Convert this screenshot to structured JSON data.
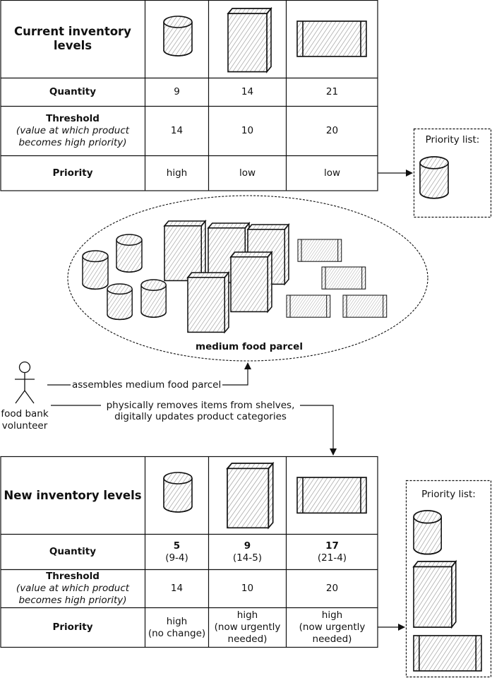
{
  "table1": {
    "title": "Current inventory levels",
    "row_quantity": "Quantity",
    "row_threshold": "Threshold",
    "row_threshold_note": "(value at which product becomes high priority)",
    "row_priority": "Priority",
    "quantity": [
      "9",
      "14",
      "21"
    ],
    "threshold": [
      "14",
      "10",
      "20"
    ],
    "priority": [
      "high",
      "low",
      "low"
    ]
  },
  "priority_list_1": {
    "title": "Priority list:"
  },
  "parcel": {
    "label": "medium food parcel"
  },
  "actor": {
    "line1": "food bank",
    "line2": "volunteer"
  },
  "edges": {
    "assembles": "assembles medium food parcel",
    "removes_1": "physically removes items from shelves,",
    "removes_2": "digitally updates product categories"
  },
  "table2": {
    "title": "New inventory levels",
    "row_quantity": "Quantity",
    "row_threshold": "Threshold",
    "row_threshold_note": "(value at which product becomes high priority)",
    "row_priority": "Priority",
    "quantity": [
      "5",
      "9",
      "17"
    ],
    "quantity_note": [
      "(9-4)",
      "(14-5)",
      "(21-4)"
    ],
    "threshold": [
      "14",
      "10",
      "20"
    ],
    "priority": [
      "high",
      "high",
      "high"
    ],
    "priority_note": [
      "(no change)",
      "(now urgently needed)",
      "(now urgently needed)"
    ]
  },
  "priority_list_2": {
    "title": "Priority list:"
  },
  "colors": {
    "stroke": "#111111",
    "hatch": "#888888",
    "background": "#ffffff"
  }
}
